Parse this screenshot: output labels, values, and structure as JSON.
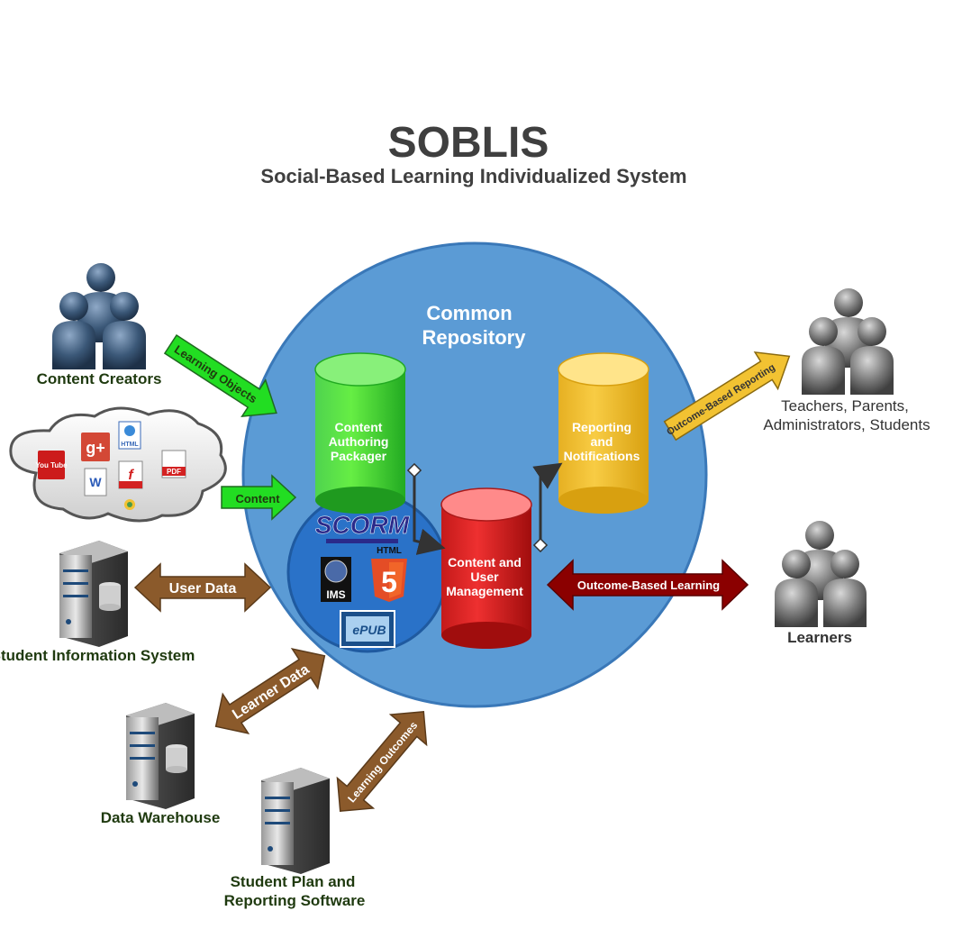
{
  "header": {
    "title": "SOBLIS",
    "subtitle": "Social-Based Learning Individualized System"
  },
  "repository": {
    "line1": "Common",
    "line2": "Repository"
  },
  "cylinders": {
    "authoring": {
      "lines": [
        "Content",
        "Authoring",
        "Packager"
      ],
      "color": "#33cc33"
    },
    "management": {
      "lines": [
        "Content and",
        "User",
        "Management"
      ],
      "color": "#dd2222"
    },
    "reporting": {
      "lines": [
        "Reporting",
        "and",
        "Notifications"
      ],
      "color": "#f2c232"
    }
  },
  "standards": {
    "scorm": "SCORM",
    "html": "HTML",
    "html5": "5",
    "ims": "IMS",
    "epub": "ePUB"
  },
  "media_icons": {
    "youtube": "You Tube",
    "gplus": "g+",
    "html": "HTML",
    "word": "W",
    "flash": "f",
    "pdf": "PDF"
  },
  "arrows": {
    "learning_objects": "Learning Objects",
    "content": "Content",
    "user_data": "User Data",
    "learner_data": "Learner Data",
    "learning_outcomes": "Learning Outcomes",
    "outcome_reporting": "Outcome-Based Reporting",
    "outcome_learning": "Outcome-Based Learning"
  },
  "actors": {
    "content_creators": "Content Creators",
    "sis": "Student Information System",
    "data_warehouse": "Data Warehouse",
    "student_plan_1": "Student Plan and",
    "student_plan_2": "Reporting Software",
    "teachers_1": "Teachers, Parents,",
    "teachers_2": "Administrators, Students",
    "learners": "Learners"
  },
  "colors": {
    "repository_blue": "#5b9bd5",
    "inner_blue": "#2a72c8",
    "green_arrow": "#22dd22",
    "brown_arrow": "#8b5a2b",
    "yellow_arrow": "#f2c232",
    "red_arrow": "#8b0000",
    "text_dark": "#3f3f3f",
    "label_green": "#1f3a0f"
  }
}
